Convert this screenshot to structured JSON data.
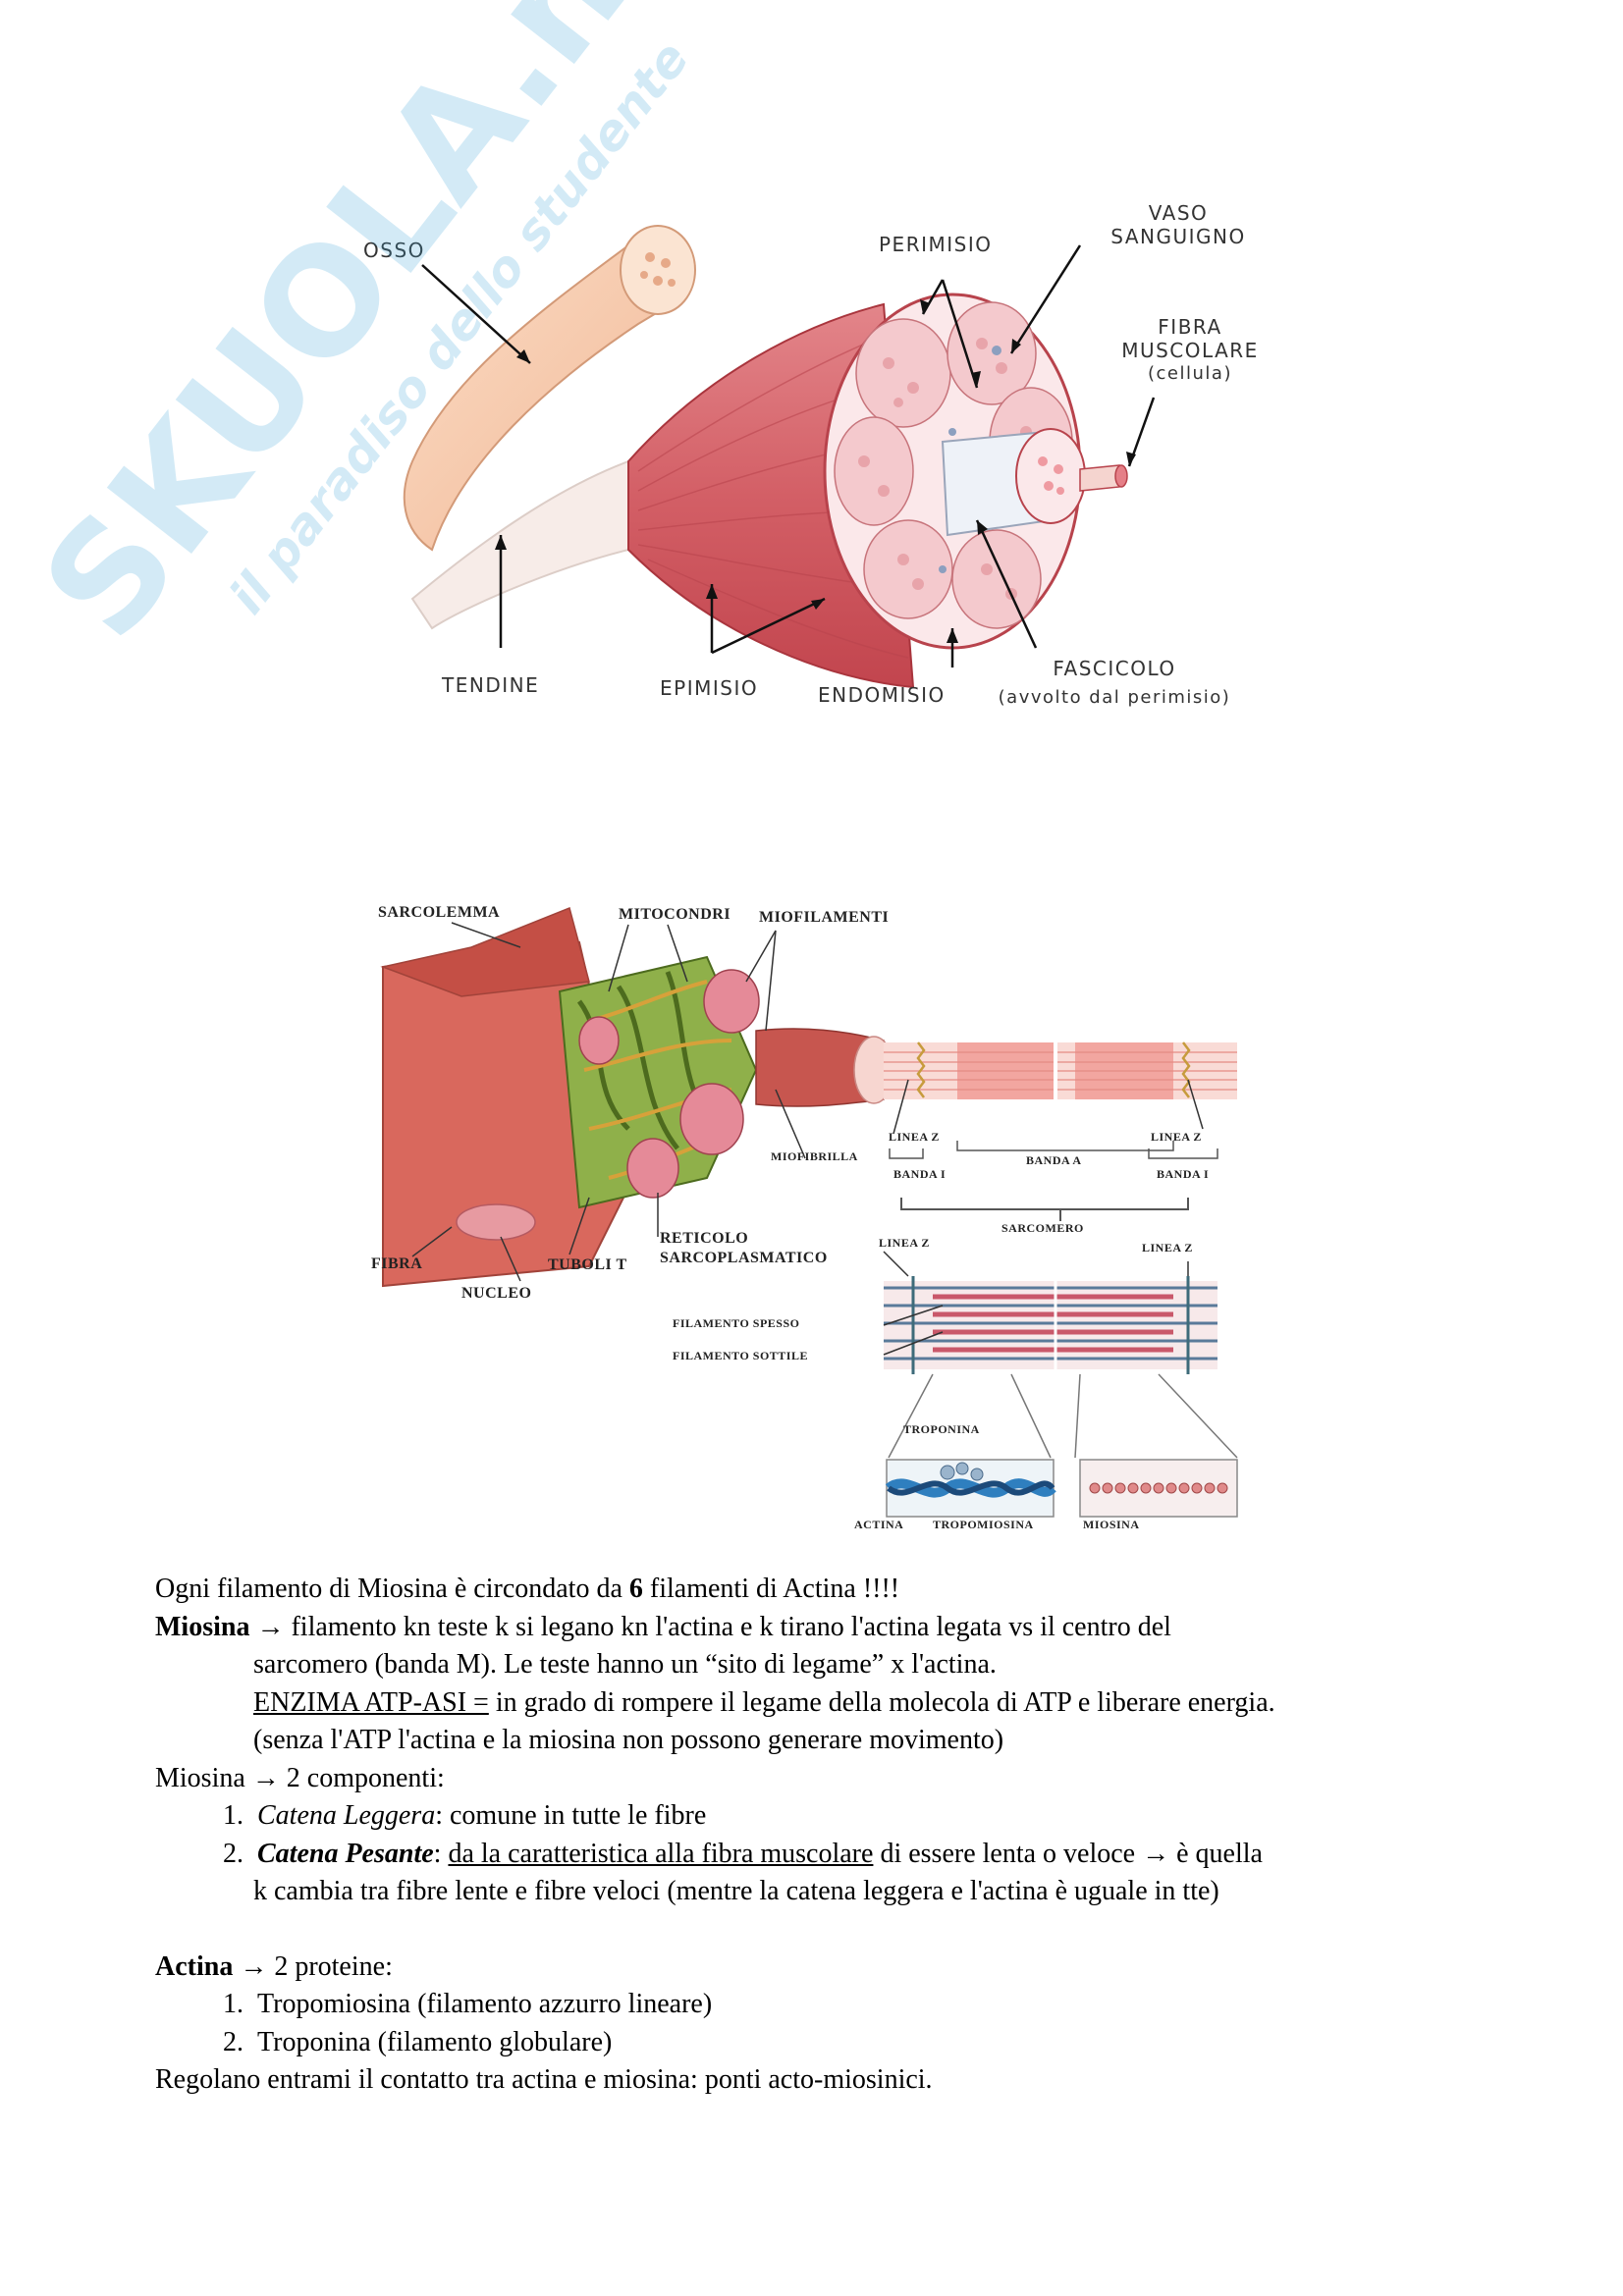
{
  "figure1": {
    "labels": {
      "osso": "OSSO",
      "perimisio": "PERIMISIO",
      "vaso_line1": "VASO",
      "vaso_line2": "SANGUIGNO",
      "fibra_line1": "FIBRA",
      "fibra_line2": "MUSCOLARE",
      "fibra_line3": "(cellula)",
      "tendine": "TENDINE",
      "epimisio": "EPIMISIO",
      "endomisio": "ENDOMISIO",
      "fascicolo_line1": "FASCICOLO",
      "fascicolo_line2": "(avvolto dal perimisio)"
    }
  },
  "watermark": {
    "brand": "SKUOLA.net",
    "tagline": "il paradiso dello studente"
  },
  "figure2": {
    "labels": {
      "sarcolemma": "SARCOLEMMA",
      "mitocondri": "MITOCONDRI",
      "miofilamenti": "MIOFILAMENTI",
      "miofibrilla": "MIOFIBRILLA",
      "linea_z_left": "LINEA Z",
      "linea_z_right": "LINEA Z",
      "banda_a": "BANDA A",
      "banda_i_left": "BANDA I",
      "banda_i_right": "BANDA I",
      "sarcomero": "SARCOMERO",
      "linea_z_lower_left": "LINEA Z",
      "linea_z_lower_right": "LINEA Z",
      "fibra": "FIBRA",
      "nucleo": "NUCLEO",
      "tuboli_t": "TUBOLI T",
      "reticolo_line1": "RETICOLO",
      "reticolo_line2": "SARCOPLASMATICO",
      "filamento_spesso": "FILAMENTO SPESSO",
      "filamento_sottile": "FILAMENTO SOTTILE",
      "troponina": "TROPONINA",
      "actina": "ACTINA",
      "tropomiosina": "TROPOMIOSINA",
      "miosina": "MIOSINA"
    }
  },
  "text": {
    "line1_a": "Ogni filamento di Miosina è circondato da ",
    "line1_b": "6",
    "line1_c": " filamenti di Actina !!!!",
    "line2_a": "Miosina",
    "line2_b": " → filamento kn teste k si legano kn l'actina e k tirano l'actina legata vs il centro del",
    "line3": "sarcomero (banda M). Le teste hanno un “sito di legame” x l'actina.",
    "line4_a": "ENZIMA ATP-ASI =",
    "line4_b": " in grado di rompere il legame della molecola di ATP e liberare energia.",
    "line5": "(senza l'ATP l'actina e la miosina non possono generare movimento)",
    "line6": "Miosina → 2 componenti:",
    "item1_num": "1.",
    "item1_a": "Catena Leggera",
    "item1_b": ": comune in tutte le fibre",
    "item2_num": "2.",
    "item2_a": "Catena Pesante",
    "item2_b": ": ",
    "item2_c": "da la caratteristica alla fibra muscolare",
    "item2_d": " di essere lenta o veloce → è quella",
    "item2_cont": "k cambia tra fibre lente e fibre veloci (mentre la catena leggera e l'actina è uguale in tte)",
    "actina_a": "Actina",
    "actina_b": " → 2 proteine:",
    "item3_num": "1.",
    "item3": "Tropomiosina (filamento azzurro lineare)",
    "item4_num": "2.",
    "item4": "Troponina (filamento globulare)",
    "last": "Regolano entrami il contatto tra actina e miosina: ponti acto-miosinici."
  }
}
